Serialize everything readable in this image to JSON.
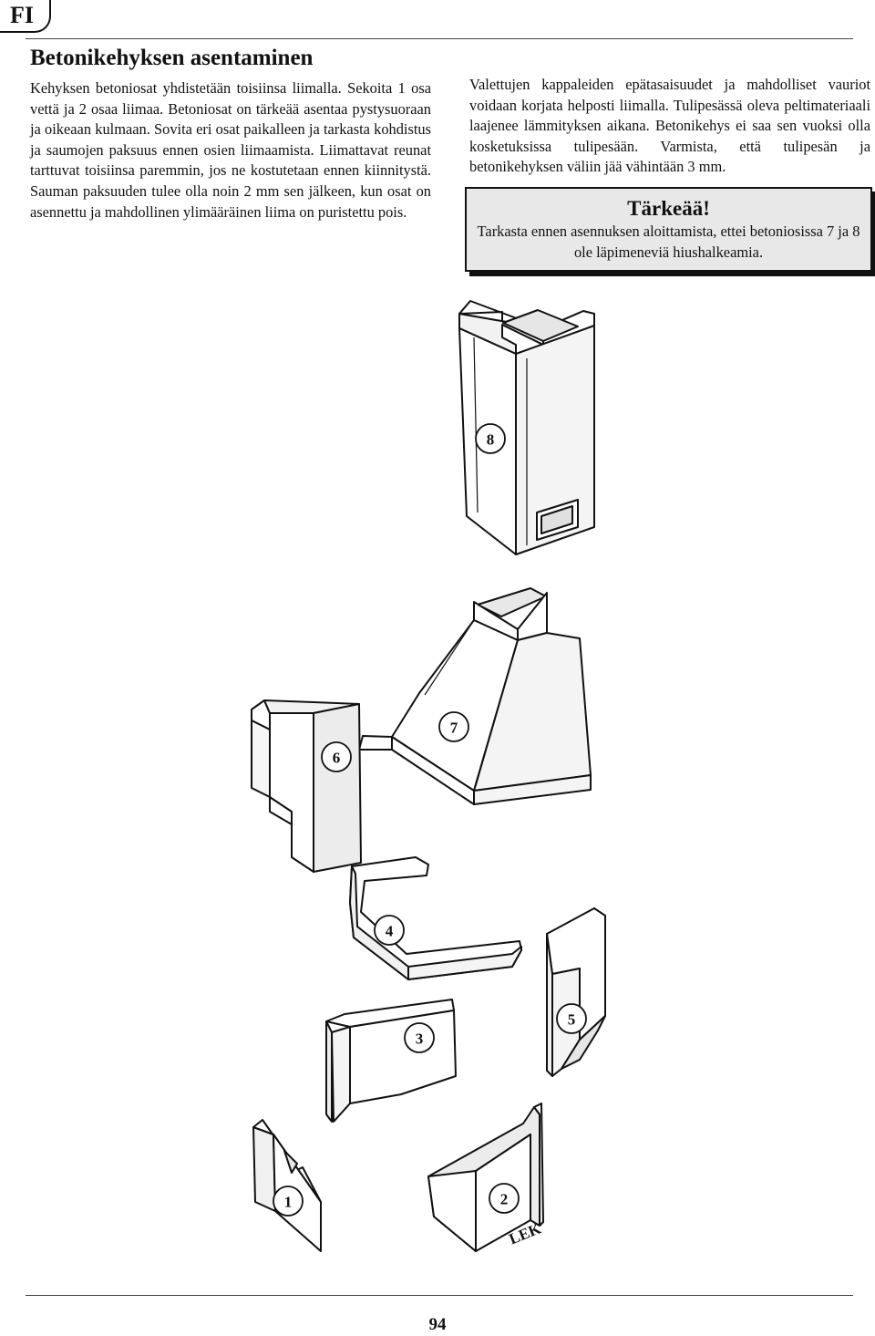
{
  "header": {
    "language_code": "FI"
  },
  "section": {
    "title": "Betonikehyksen asentaminen",
    "left_paragraph": "Kehyksen betoniosat yhdistetään toisiinsa liimalla. Sekoita 1 osa vettä ja 2 osaa liimaa. Betoniosat on tärkeää asentaa pystysuoraan ja oikeaan kulmaan. Sovita eri osat paikalleen ja tarkasta kohdistus ja saumojen paksuus ennen osien liimaamista. Liimattavat reunat tarttuvat toisiinsa paremmin, jos ne kostutetaan ennen kiinnitystä. Sauman paksuuden tulee olla noin 2 mm sen jälkeen, kun osat on asennettu ja mahdollinen ylimääräinen liima on puristettu pois.",
    "right_paragraph": "Valettujen kappaleiden epätasaisuudet ja mahdolliset vauriot voidaan korjata helposti liimalla. Tulipesässä oleva peltimateriaali laajenee lämmityksen aikana. Betonikehys ei saa sen vuoksi olla kosketuksissa tulipesään. Varmista, että tulipesän ja betonikehyksen väliin jää vähintään 3 mm."
  },
  "notice": {
    "title": "Tärkeää!",
    "text": "Tarkasta ennen asennuksen aloittamista, ettei betoniosissa 7 ja 8 ole läpimeneviä hiushalkeamia."
  },
  "illustration": {
    "parts": [
      "8",
      "7",
      "6",
      "4",
      "5",
      "3",
      "1",
      "2"
    ],
    "stamp": "LEK"
  },
  "footer": {
    "page_number": "94"
  }
}
